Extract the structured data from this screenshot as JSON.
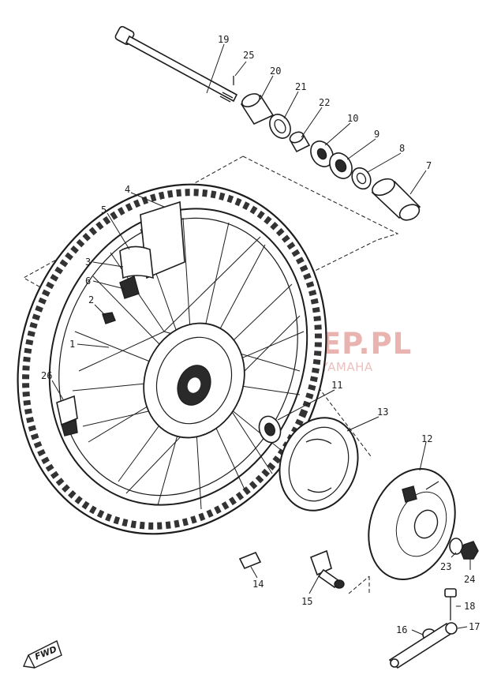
{
  "diagram": {
    "callouts": [
      "19",
      "25",
      "20",
      "21",
      "22",
      "10",
      "9",
      "8",
      "7",
      "4",
      "5",
      "3",
      "6",
      "2",
      "1",
      "26",
      "11",
      "13",
      "12",
      "23",
      "24",
      "14",
      "15",
      "18",
      "16",
      "17"
    ],
    "watermark": {
      "title": "MOTOSKLEP.PL",
      "subtitle": "AUTORYZOWANY DEALER YAMAHA"
    },
    "direction_label": "FWD",
    "colors": {
      "line": "#1d1d1d",
      "watermark": "#e9b3b0"
    }
  }
}
